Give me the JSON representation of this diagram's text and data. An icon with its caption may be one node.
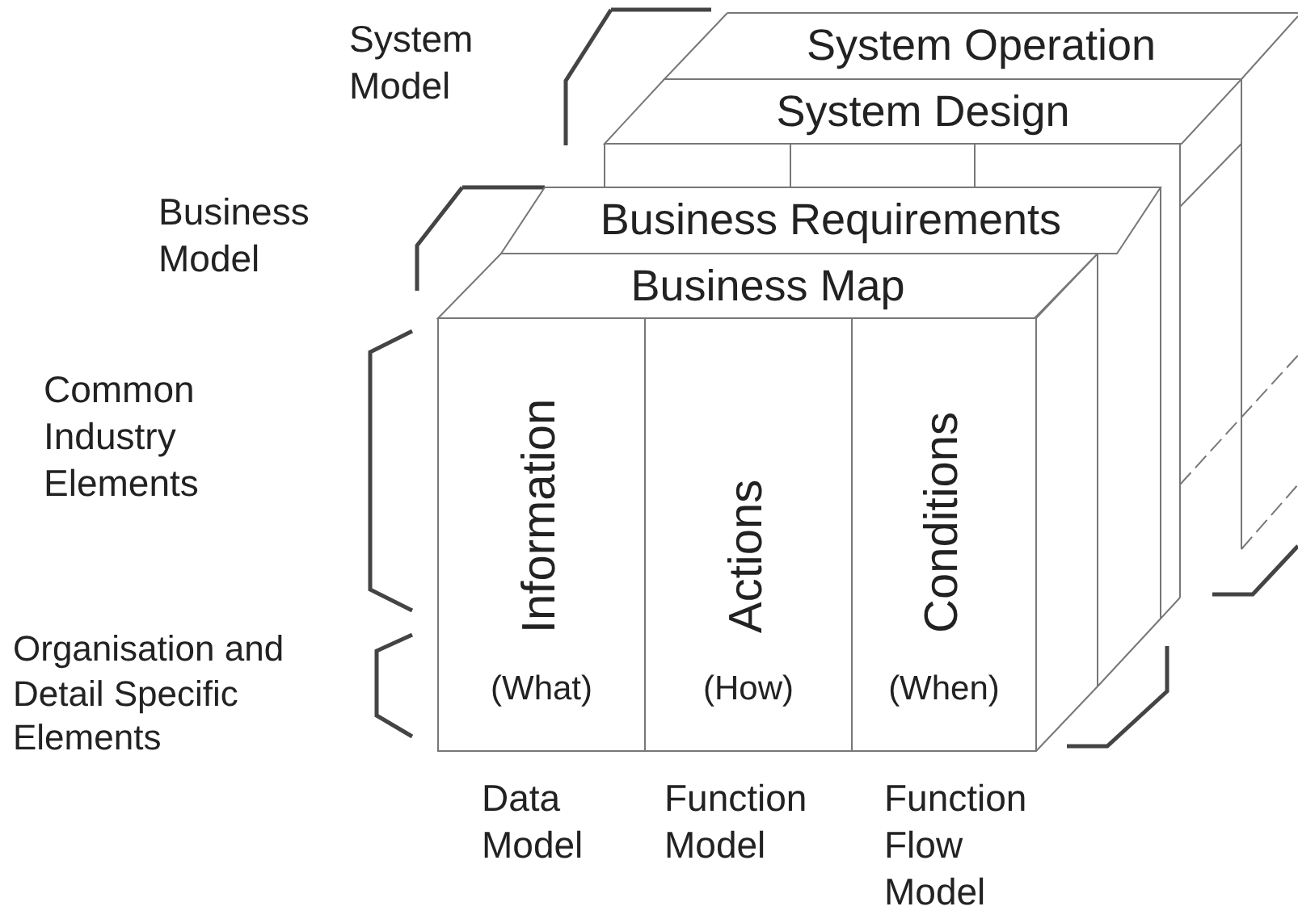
{
  "diagram": {
    "nodes": [
      {
        "text": [
          "System Operation"
        ]
      },
      {
        "text": [
          "System Design"
        ]
      },
      {
        "text": [
          "Business Requirements"
        ]
      },
      {
        "text": [
          "Business Map"
        ]
      },
      {
        "text": [
          "Information",
          "(What)"
        ]
      },
      {
        "text": [
          "Actions",
          "(How)"
        ]
      },
      {
        "text": [
          "Conditions",
          "(When)"
        ]
      }
    ],
    "labels": [
      "System Model",
      "Business Model",
      "Common Industry Elements",
      "Organisation and Detail Specific Elements",
      "Data Model",
      "Function Model",
      "Function Flow Model"
    ]
  }
}
